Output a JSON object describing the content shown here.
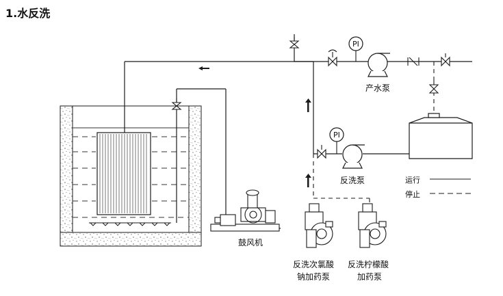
{
  "title": "1.水反洗",
  "labels": {
    "product_pump": "产水泵",
    "backwash_pump": "反洗泵",
    "blower": "鼓风机",
    "hypochlorite_pump_line1": "反洗次氯酸",
    "hypochlorite_pump_line2": "钠加药泵",
    "citric_pump_line1": "反洗柠檬酸",
    "citric_pump_line2": "加药泵"
  },
  "gauges": {
    "pi_top": "PI",
    "pi_backwash": "PI"
  },
  "legend": {
    "running": "运行",
    "stopped": "停止"
  },
  "icons": {
    "valve": "gate-valve-icon",
    "check_valve": "check-valve-icon",
    "pump": "pump-icon",
    "gauge": "pressure-gauge-icon",
    "tank": "storage-tank-icon",
    "membrane": "membrane-module-icon",
    "blower": "blower-icon",
    "dosing_pump": "dosing-pump-icon"
  },
  "colors": {
    "line": "#1a1a1a",
    "speckle": "#9a9a9a"
  }
}
